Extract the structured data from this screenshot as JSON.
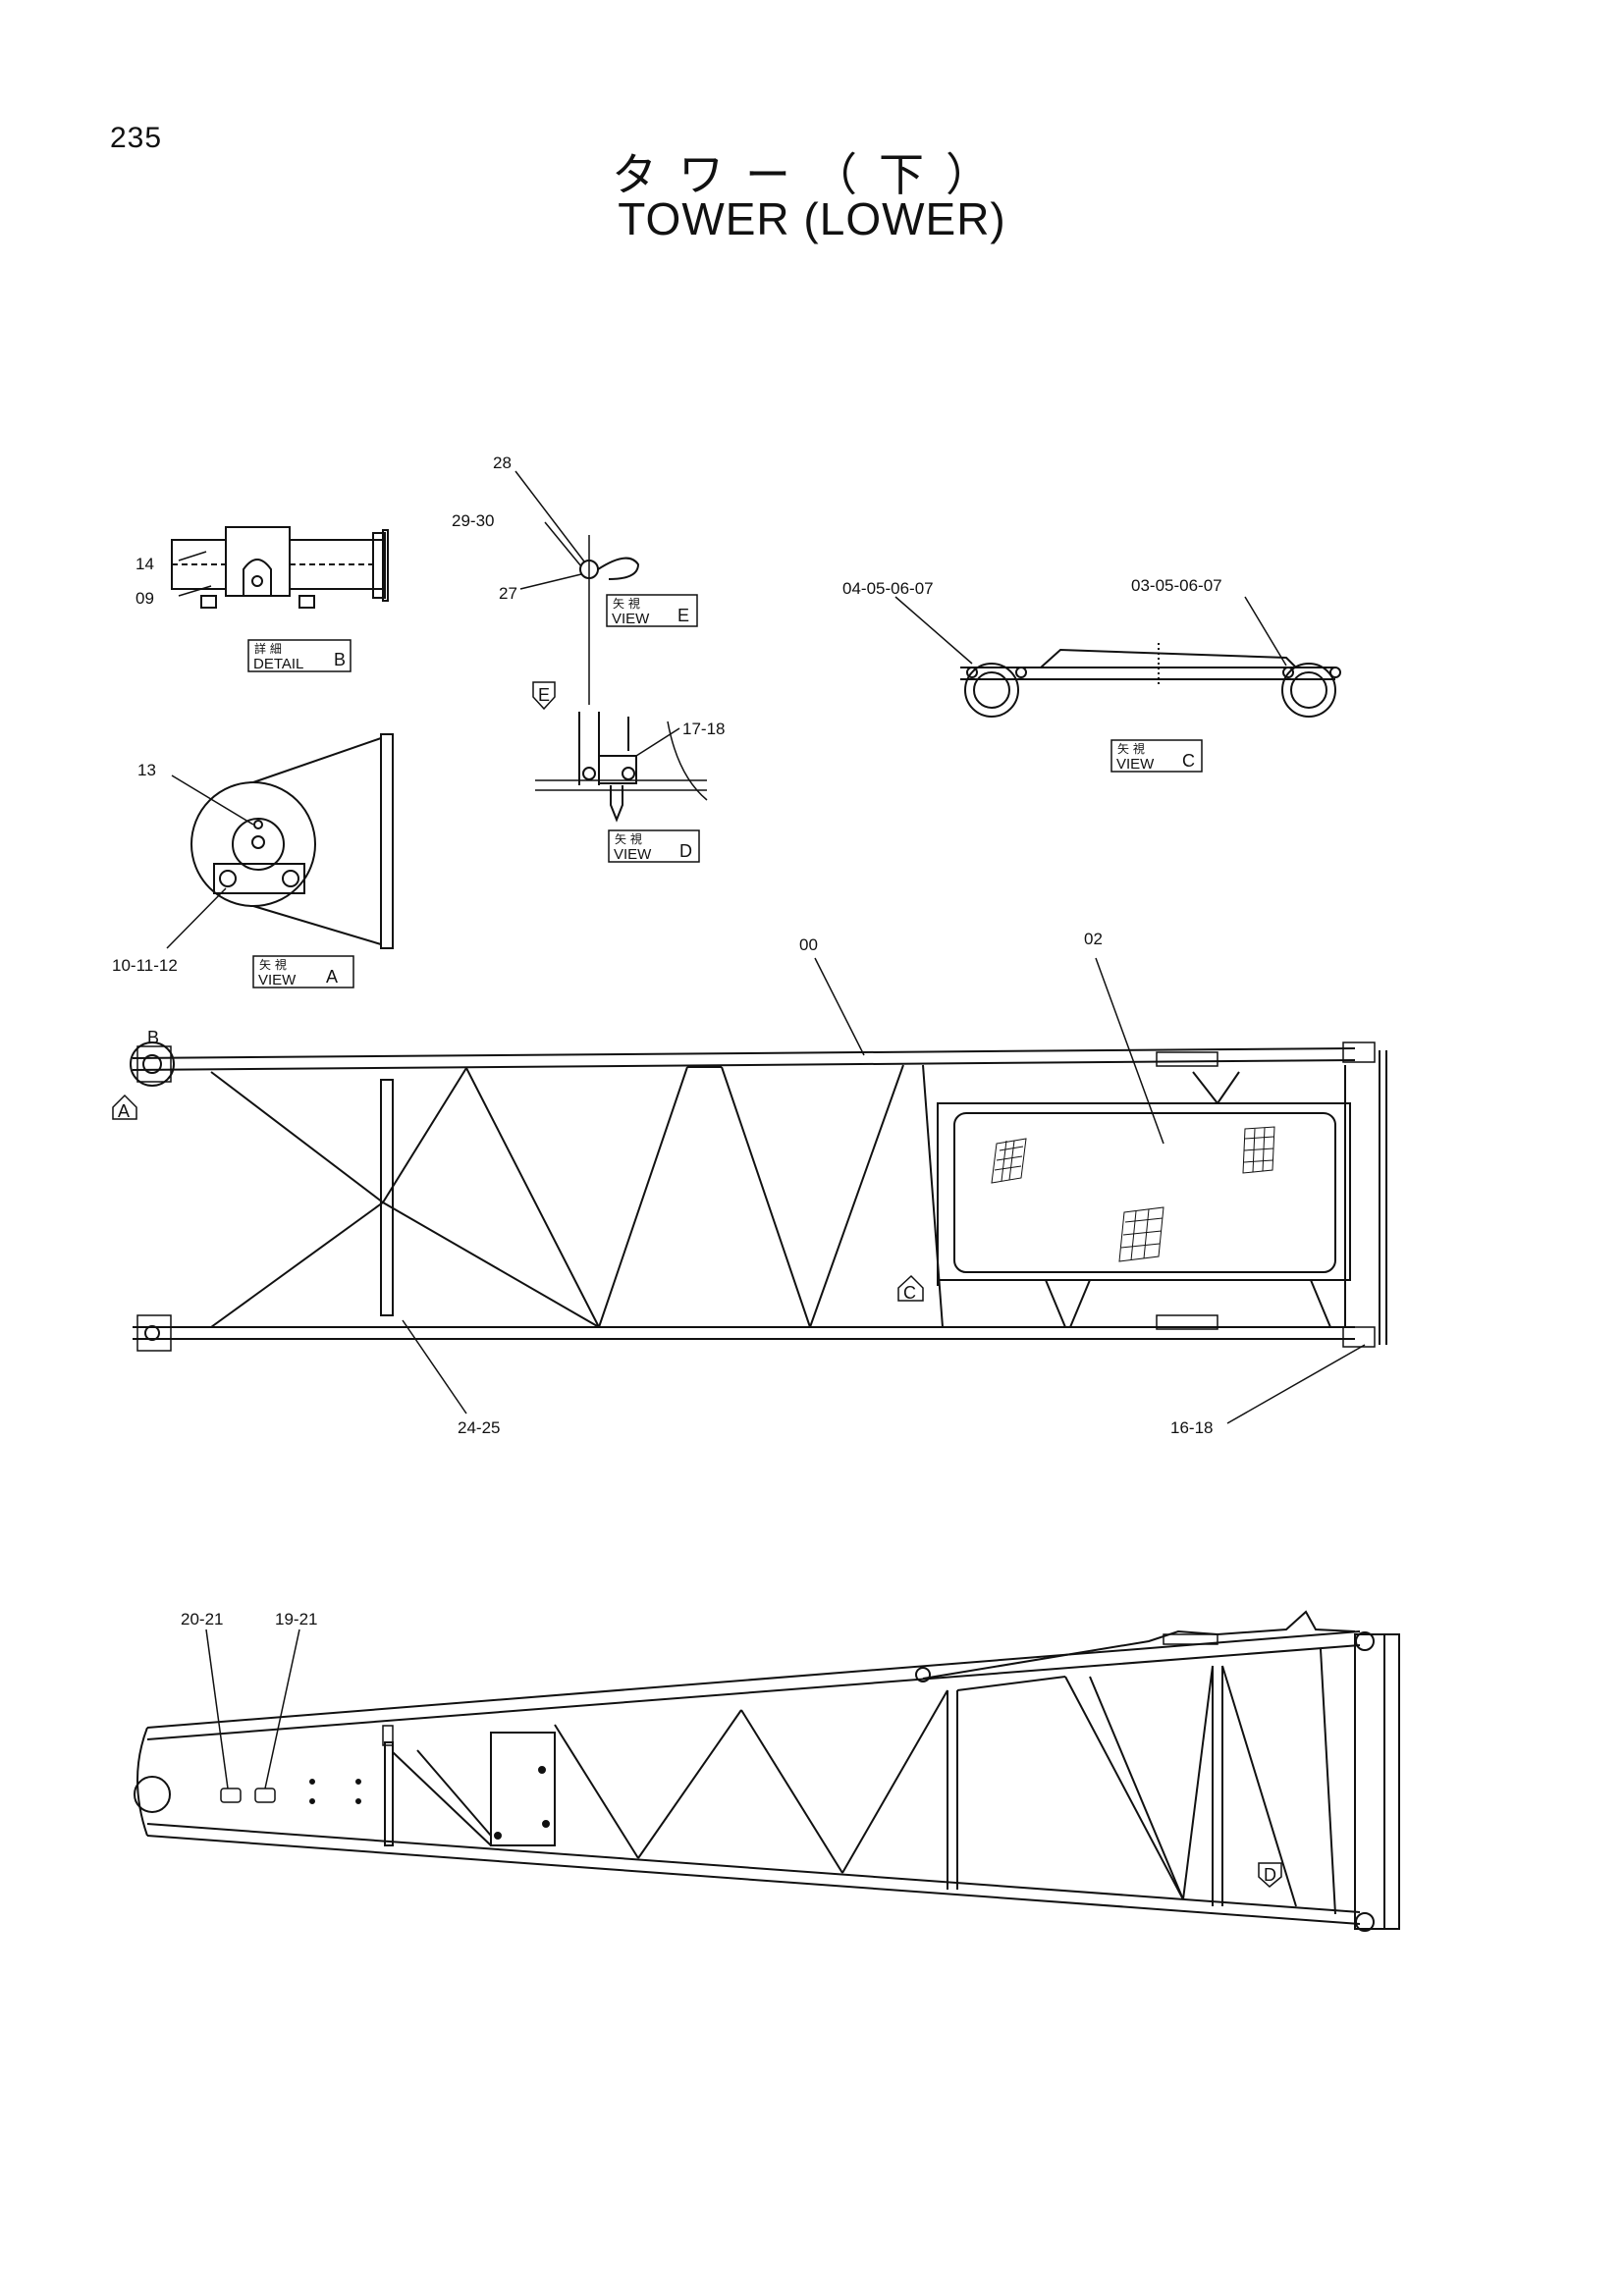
{
  "page_number": "235",
  "title_jp": "タワー（下）",
  "title_en": "TOWER (LOWER)",
  "callouts": {
    "c00": "00",
    "c02": "02",
    "c09": "09",
    "c13": "13",
    "c14": "14",
    "c27": "27",
    "c28": "28",
    "c29_30": "29-30",
    "c17_18": "17-18",
    "c04_07": "04-05-06-07",
    "c03_07": "03-05-06-07",
    "c10_12": "10-11-12",
    "c24_25": "24-25",
    "c16_18": "16-18",
    "c20_21": "20-21",
    "c19_21": "19-21"
  },
  "view_labels": {
    "detail_b": {
      "kanji": "詳 細",
      "word": "DETAIL",
      "letter": "B"
    },
    "view_e": {
      "kanji": "矢 視",
      "word": "VIEW",
      "letter": "E"
    },
    "view_d": {
      "kanji": "矢 視",
      "word": "VIEW",
      "letter": "D"
    },
    "view_c": {
      "kanji": "矢 視",
      "word": "VIEW",
      "letter": "C"
    },
    "view_a": {
      "kanji": "矢 視",
      "word": "VIEW",
      "letter": "A"
    }
  },
  "view_markers": {
    "a": "A",
    "b": "B",
    "c": "C",
    "d": "D",
    "e": "E"
  }
}
